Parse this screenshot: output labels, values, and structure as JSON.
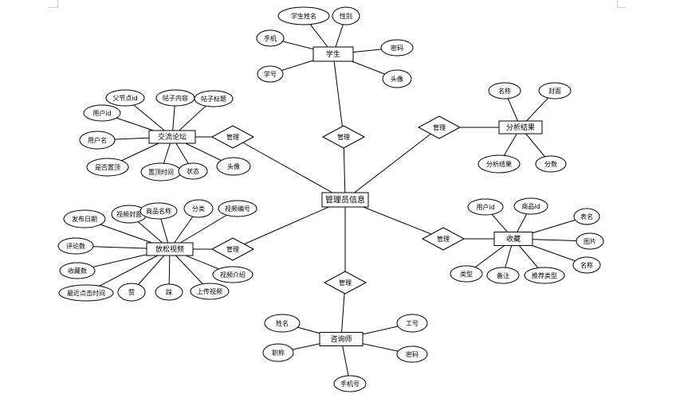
{
  "admin": {
    "label": "管理员信息"
  },
  "relationships": [
    {
      "id": "rel-student",
      "label": "管理"
    },
    {
      "id": "rel-forum",
      "label": "管理"
    },
    {
      "id": "rel-analysis",
      "label": "管理"
    },
    {
      "id": "rel-video",
      "label": "管理"
    },
    {
      "id": "rel-collect",
      "label": "管理"
    },
    {
      "id": "rel-counselor",
      "label": "管理"
    }
  ],
  "entities": [
    {
      "id": "student",
      "label": "学生",
      "attributes": [
        "学生姓名",
        "性别",
        "手机",
        "密码",
        "学号",
        "头像"
      ]
    },
    {
      "id": "forum",
      "label": "交流论坛",
      "attributes": [
        "父节点id",
        "帖子内容",
        "帖子标题",
        "用户id",
        "用户名",
        "是否置顶",
        "置顶时间",
        "状态",
        "头像"
      ]
    },
    {
      "id": "analysis",
      "label": "分析结果",
      "attributes": [
        "名称",
        "封面",
        "分析结果",
        "分数"
      ]
    },
    {
      "id": "video",
      "label": "放松视频",
      "attributes": [
        "发布日期",
        "视频封面",
        "商品名称",
        "分类",
        "视频编号",
        "评论数",
        "收藏数",
        "最近点击时间",
        "赞",
        "踩",
        "上传视频",
        "视频介绍"
      ]
    },
    {
      "id": "collect",
      "label": "收藏",
      "attributes": [
        "用户id",
        "商品id",
        "表名",
        "图片",
        "名称",
        "类型",
        "备注",
        "推荐类型"
      ]
    },
    {
      "id": "counselor",
      "label": "咨询师",
      "attributes": [
        "姓名",
        "工号",
        "职称",
        "密码",
        "手机号"
      ]
    }
  ]
}
